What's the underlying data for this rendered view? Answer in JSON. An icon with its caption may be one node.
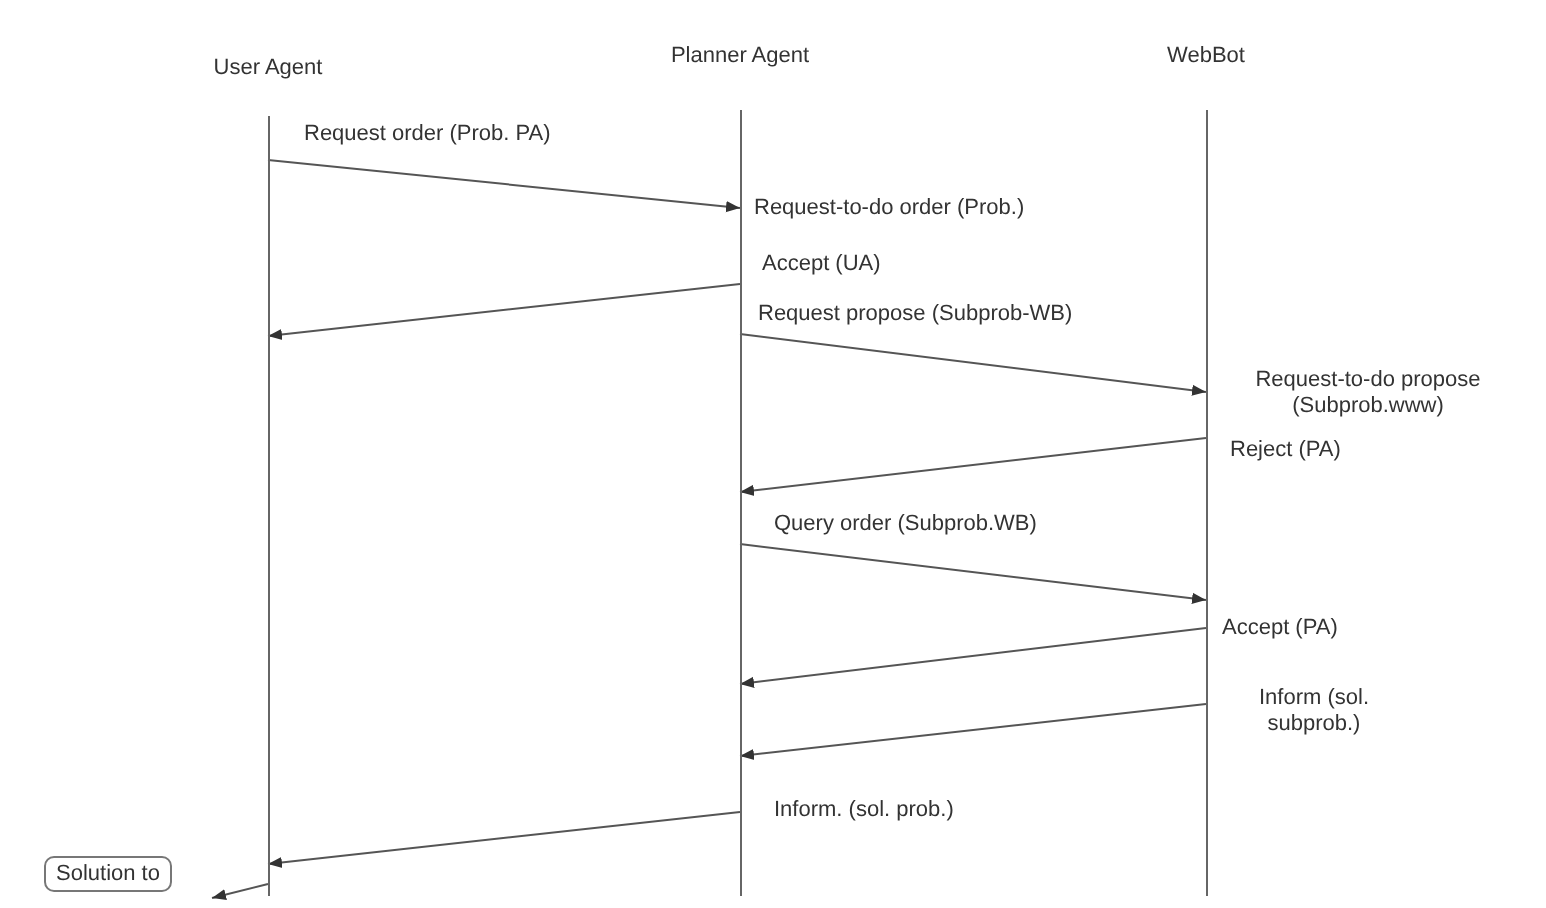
{
  "diagram": {
    "nodes": [
      {
        "text": [
          "User Agent"
        ]
      },
      {
        "text": [
          "Planner Agent"
        ]
      },
      {
        "text": [
          "WebBot"
        ]
      },
      {
        "text": [
          "Solution to"
        ]
      }
    ],
    "edges": [
      {
        "from": 0,
        "to": 1,
        "arrow": "to",
        "label": "Request order (Prob. PA)"
      },
      {
        "from": 1,
        "to": 0,
        "arrow": "to",
        "label": "Accept (UA)"
      },
      {
        "from": 1,
        "to": 2,
        "arrow": "to",
        "label": "Request propose (Subprob-WB)"
      },
      {
        "from": 2,
        "to": 1,
        "arrow": "to",
        "label": "Reject (PA)"
      },
      {
        "from": 1,
        "to": 2,
        "arrow": "to",
        "label": "Query order (Subprob.WB)"
      },
      {
        "from": 2,
        "to": 1,
        "arrow": "to",
        "label": "Accept (PA)"
      },
      {
        "from": 2,
        "to": 1,
        "arrow": "to",
        "label": "Inform (sol. subprob.)"
      },
      {
        "from": 1,
        "to": 0,
        "arrow": "to",
        "label": "Inform. (sol. prob.)"
      },
      {
        "from": 0,
        "to": 3,
        "arrow": "to"
      }
    ],
    "labels": [
      "Request-to-do order (Prob.)",
      "Request-to-do propose (Subprob.www)"
    ]
  }
}
